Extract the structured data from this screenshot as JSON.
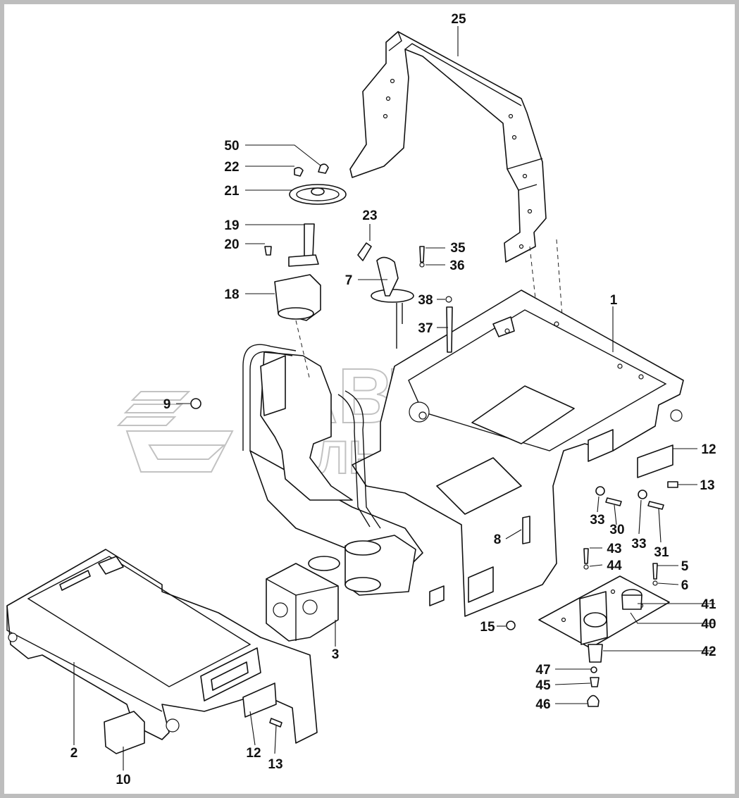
{
  "diagram": {
    "watermark": {
      "line1": "АВТО",
      "line2": "АЛЬЯНС"
    },
    "callouts": [
      {
        "id": "25",
        "text": "25"
      },
      {
        "id": "50",
        "text": "50"
      },
      {
        "id": "22",
        "text": "22"
      },
      {
        "id": "21",
        "text": "21"
      },
      {
        "id": "19",
        "text": "19"
      },
      {
        "id": "20",
        "text": "20"
      },
      {
        "id": "18",
        "text": "18"
      },
      {
        "id": "23",
        "text": "23"
      },
      {
        "id": "35",
        "text": "35"
      },
      {
        "id": "36",
        "text": "36"
      },
      {
        "id": "7",
        "text": "7"
      },
      {
        "id": "38",
        "text": "38"
      },
      {
        "id": "37",
        "text": "37"
      },
      {
        "id": "1",
        "text": "1"
      },
      {
        "id": "9",
        "text": "9"
      },
      {
        "id": "12a",
        "text": "12"
      },
      {
        "id": "13a",
        "text": "13"
      },
      {
        "id": "33a",
        "text": "33"
      },
      {
        "id": "30",
        "text": "30"
      },
      {
        "id": "33b",
        "text": "33"
      },
      {
        "id": "31",
        "text": "31"
      },
      {
        "id": "8",
        "text": "8"
      },
      {
        "id": "43",
        "text": "43"
      },
      {
        "id": "44",
        "text": "44"
      },
      {
        "id": "5",
        "text": "5"
      },
      {
        "id": "6",
        "text": "6"
      },
      {
        "id": "41",
        "text": "41"
      },
      {
        "id": "40",
        "text": "40"
      },
      {
        "id": "15",
        "text": "15"
      },
      {
        "id": "3",
        "text": "3"
      },
      {
        "id": "42",
        "text": "42"
      },
      {
        "id": "47",
        "text": "47"
      },
      {
        "id": "45",
        "text": "45"
      },
      {
        "id": "46",
        "text": "46"
      },
      {
        "id": "2",
        "text": "2"
      },
      {
        "id": "12b",
        "text": "12"
      },
      {
        "id": "13b",
        "text": "13"
      },
      {
        "id": "10",
        "text": "10"
      }
    ]
  }
}
